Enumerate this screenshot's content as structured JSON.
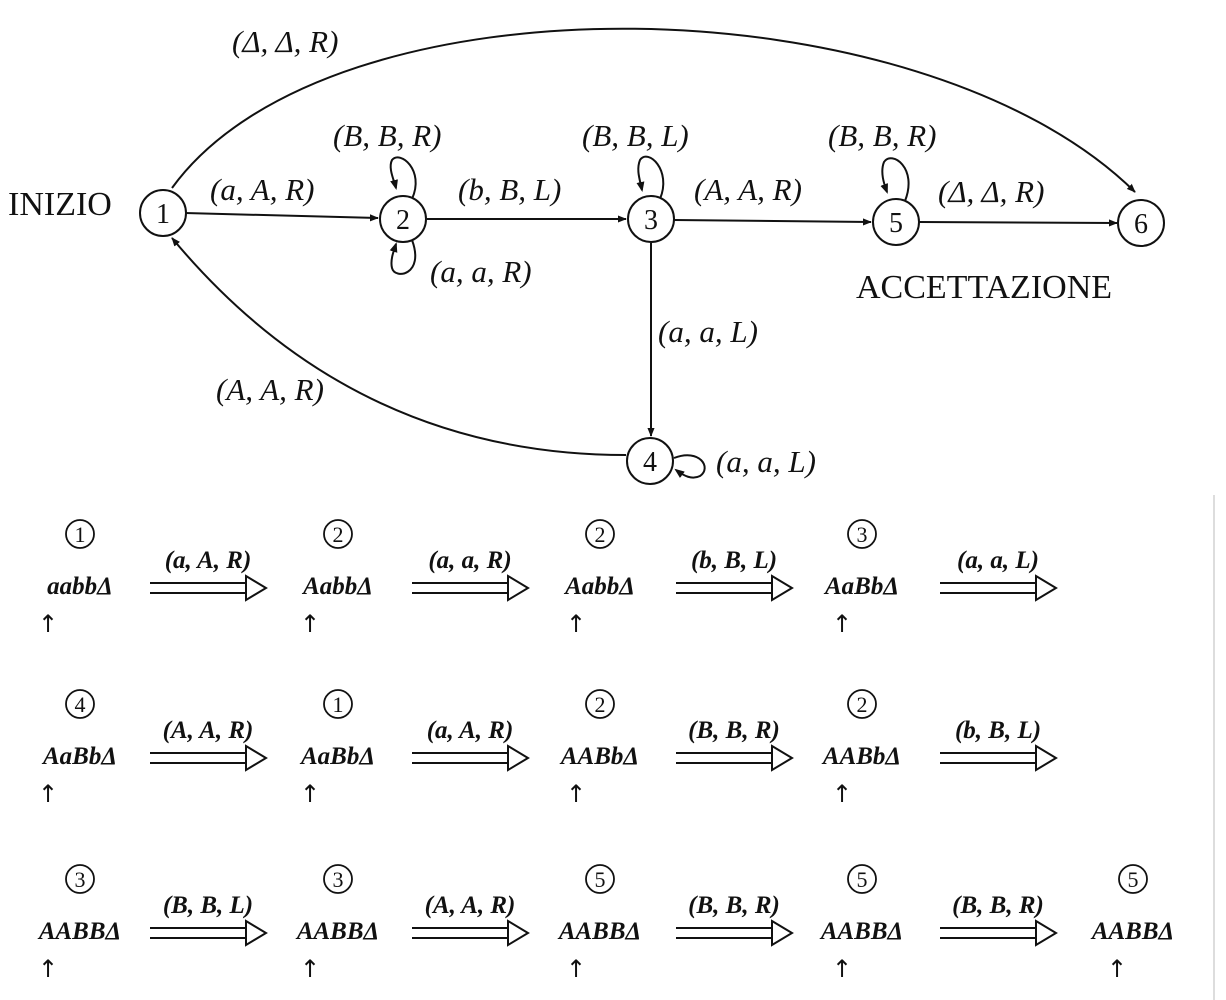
{
  "labels": {
    "start": "INIZIO",
    "accept": "ACCETTAZIONE"
  },
  "states": [
    "1",
    "2",
    "3",
    "4",
    "5",
    "6"
  ],
  "transitions": {
    "t_1_6": "(Δ, Δ, R)",
    "t_1_2": "(a, A, R)",
    "t_2_loop_top": "(B, B, R)",
    "t_2_loop_bottom": "(a, a, R)",
    "t_2_3": "(b, B, L)",
    "t_3_loop": "(B, B, L)",
    "t_3_5": "(A, A, R)",
    "t_3_4": "(a, a, L)",
    "t_4_loop": "(a, a, L)",
    "t_4_1": "(A, A, R)",
    "t_5_loop": "(B, B, R)",
    "t_5_6": "(Δ, Δ, R)"
  },
  "trace": {
    "rows": [
      {
        "configs": [
          {
            "state": "1",
            "tape": "aabbΔ",
            "head": "↑"
          },
          {
            "state": "2",
            "tape": "AabbΔ",
            "head": "↑"
          },
          {
            "state": "2",
            "tape": "AabbΔ",
            "head": "↑"
          },
          {
            "state": "3",
            "tape": "AaBbΔ",
            "head": "↑"
          }
        ],
        "moves": [
          "(a, A, R)",
          "(a, a, R)",
          "(b, B, L)",
          "(a, a, L)"
        ]
      },
      {
        "configs": [
          {
            "state": "4",
            "tape": "AaBbΔ",
            "head": "↑"
          },
          {
            "state": "1",
            "tape": "AaBbΔ",
            "head": "↑"
          },
          {
            "state": "2",
            "tape": "AABbΔ",
            "head": "↑"
          },
          {
            "state": "2",
            "tape": "AABbΔ",
            "head": "↑"
          }
        ],
        "moves": [
          "(A, A, R)",
          "(a, A, R)",
          "(B, B, R)",
          "(b, B, L)"
        ]
      },
      {
        "configs": [
          {
            "state": "3",
            "tape": "AABBΔ",
            "head": "↑"
          },
          {
            "state": "3",
            "tape": "AABBΔ",
            "head": "↑"
          },
          {
            "state": "5",
            "tape": "AABBΔ",
            "head": "↑"
          },
          {
            "state": "5",
            "tape": "AABBΔ",
            "head": "↑"
          },
          {
            "state": "5",
            "tape": "AABBΔ",
            "head": "↑"
          }
        ],
        "moves": [
          "(B, B, L)",
          "(A, A, R)",
          "(B, B, R)",
          "(B, B, R)"
        ]
      }
    ]
  }
}
